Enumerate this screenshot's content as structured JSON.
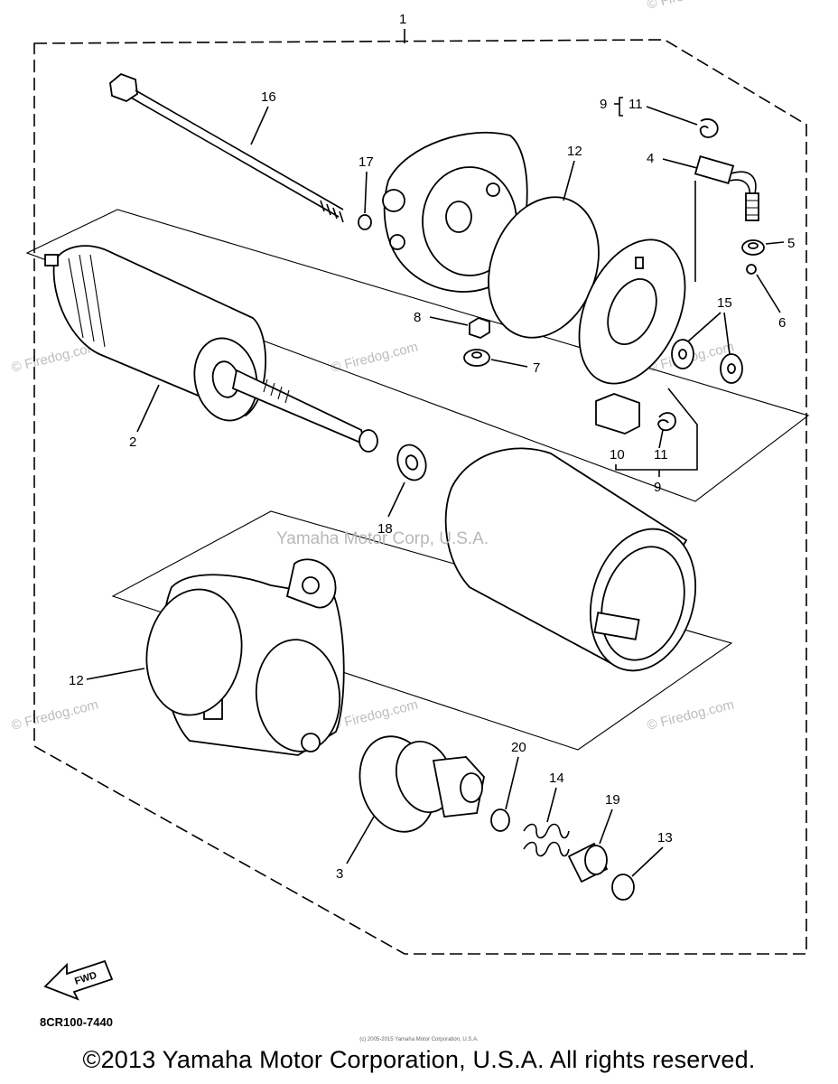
{
  "diagram": {
    "callouts": [
      "1",
      "2",
      "3",
      "4",
      "5",
      "6",
      "7",
      "8",
      "9",
      "9",
      "10",
      "11",
      "11",
      "12",
      "12",
      "13",
      "14",
      "15",
      "16",
      "17",
      "18",
      "19",
      "20"
    ],
    "watermarks": [
      "© Firedog.com",
      "© Firedog.com",
      "© Firedog.com",
      "© Firedog.com",
      "© Firedog.com",
      "© Firedog.com",
      "© Firedog.com"
    ],
    "center_watermark": "Yamaha Motor Corp, U.S.A.",
    "fwd_label": "FWD",
    "part_code": "8CR100-7440",
    "tiny_copyright": "(c) 2005-2015 Yamaha Motor Corporation, U.S.A.",
    "copyright": "©2013 Yamaha Motor Corporation, U.S.A. All rights reserved."
  }
}
